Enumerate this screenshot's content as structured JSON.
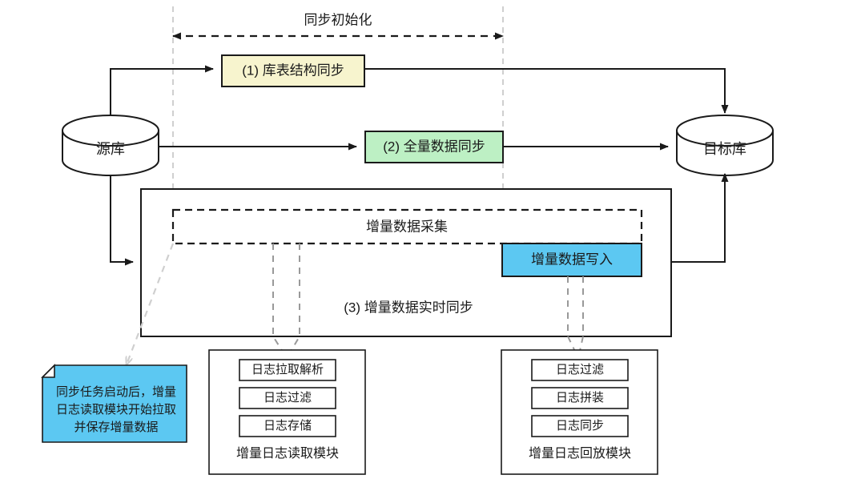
{
  "diagram": {
    "title_label": "同步初始化",
    "nodes": {
      "source_db": "源库",
      "target_db": "目标库",
      "step1": "(1) 库表结构同步",
      "step2": "(2) 全量数据同步",
      "step3": "(3) 增量数据实时同步",
      "capture": "增量数据采集",
      "write": "增量数据写入"
    },
    "note": {
      "lines": [
        "同步任务启动后，增量",
        "日志读取模块开始拉取",
        "并保存增量数据"
      ]
    },
    "modules": [
      {
        "id": "reader",
        "caption": "增量日志读取模块",
        "items": [
          "日志拉取解析",
          "日志过滤",
          "日志存储"
        ]
      },
      {
        "id": "replay",
        "caption": "增量日志回放模块",
        "items": [
          "日志过滤",
          "日志拼装",
          "日志同步"
        ]
      }
    ],
    "colors": {
      "step1_fill": "#F7F4CE",
      "step2_fill": "#BDF0C4",
      "write_fill": "#5CC8F2",
      "capture_fill": "#DCDCDC",
      "note_fill": "#5CC8F2",
      "note_fold": "#FFFFFF",
      "stroke": "#1A1A1A",
      "guide": "#CFCFCF",
      "connector": "#999999",
      "canvas": "#FFFFFF"
    }
  }
}
